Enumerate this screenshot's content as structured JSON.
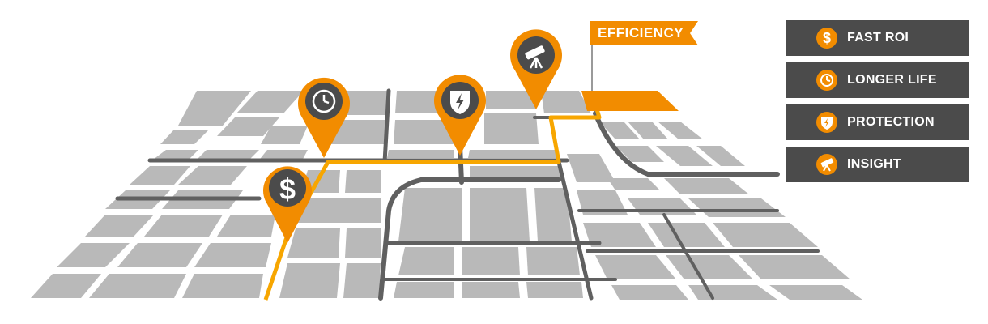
{
  "flag": {
    "label": "EFFICIENCY"
  },
  "legend": {
    "items": [
      {
        "label": "FAST ROI",
        "icon": "dollar-icon"
      },
      {
        "label": "LONGER LIFE",
        "icon": "clock-icon"
      },
      {
        "label": "PROTECTION",
        "icon": "shield-bolt-icon"
      },
      {
        "label": "INSIGHT",
        "icon": "telescope-icon"
      }
    ]
  },
  "map": {
    "pins": [
      {
        "icon": "dollar-icon"
      },
      {
        "icon": "clock-icon"
      },
      {
        "icon": "shield-bolt-icon"
      },
      {
        "icon": "telescope-icon"
      }
    ]
  },
  "colors": {
    "accent": "#f28c00",
    "route": "#f7a600",
    "dark": "#4b4b4b",
    "block": "#b9b9b9",
    "road": "#606060"
  }
}
